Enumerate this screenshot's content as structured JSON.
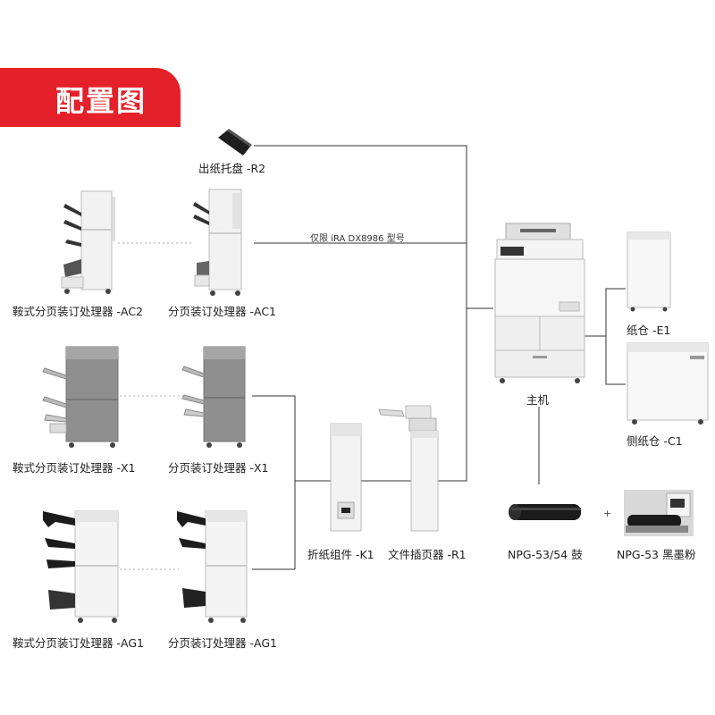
{
  "header": {
    "title": "配置图"
  },
  "note": {
    "text": "仅限 iRA DX8986 型号"
  },
  "plus": {
    "text": "+"
  },
  "labels": {
    "r2": "出纸托盘 -R2",
    "ac2": "鞍式分页装订处理器 -AC2",
    "ac1": "分页装订处理器 -AC1",
    "x1_saddle": "鞍式分页装订处理器 -X1",
    "x1": "分页装订处理器 -X1",
    "ag1_saddle": "鞍式分页装订处理器 -AG1",
    "ag1": "分页装订处理器 -AG1",
    "k1": "折纸组件 -K1",
    "r1": "文件插页器 -R1",
    "main": "主机",
    "e1": "纸仓 -E1",
    "c1": "侧纸仓 -C1",
    "drum": "NPG-53/54 鼓",
    "toner": "NPG-53 黑墨粉"
  },
  "colors": {
    "accent": "#e4212a",
    "line": "#333333",
    "dotted": "#999999"
  }
}
